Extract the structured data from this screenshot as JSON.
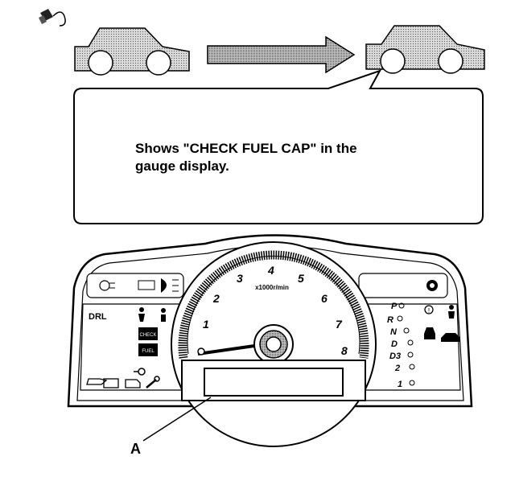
{
  "callout": {
    "line1": "Shows \"CHECK FUEL CAP\" in the",
    "line2": "gauge display."
  },
  "callout_label": "A",
  "cluster": {
    "speedo_scale": [
      "1",
      "2",
      "3",
      "4",
      "5",
      "6",
      "7",
      "8"
    ],
    "speedo_unit": "x1000r/min",
    "left_label": "DRL",
    "indicator_text": [
      "CHECK",
      "FUEL"
    ],
    "gear_positions": [
      "P",
      "R",
      "N",
      "D",
      "D3",
      "2",
      "1"
    ]
  },
  "colors": {
    "ink": "#000000",
    "car_fill": "#bdbdbd",
    "arrow_fill": "#9a9a9a",
    "gauge_fill": "#cfcfcf"
  }
}
